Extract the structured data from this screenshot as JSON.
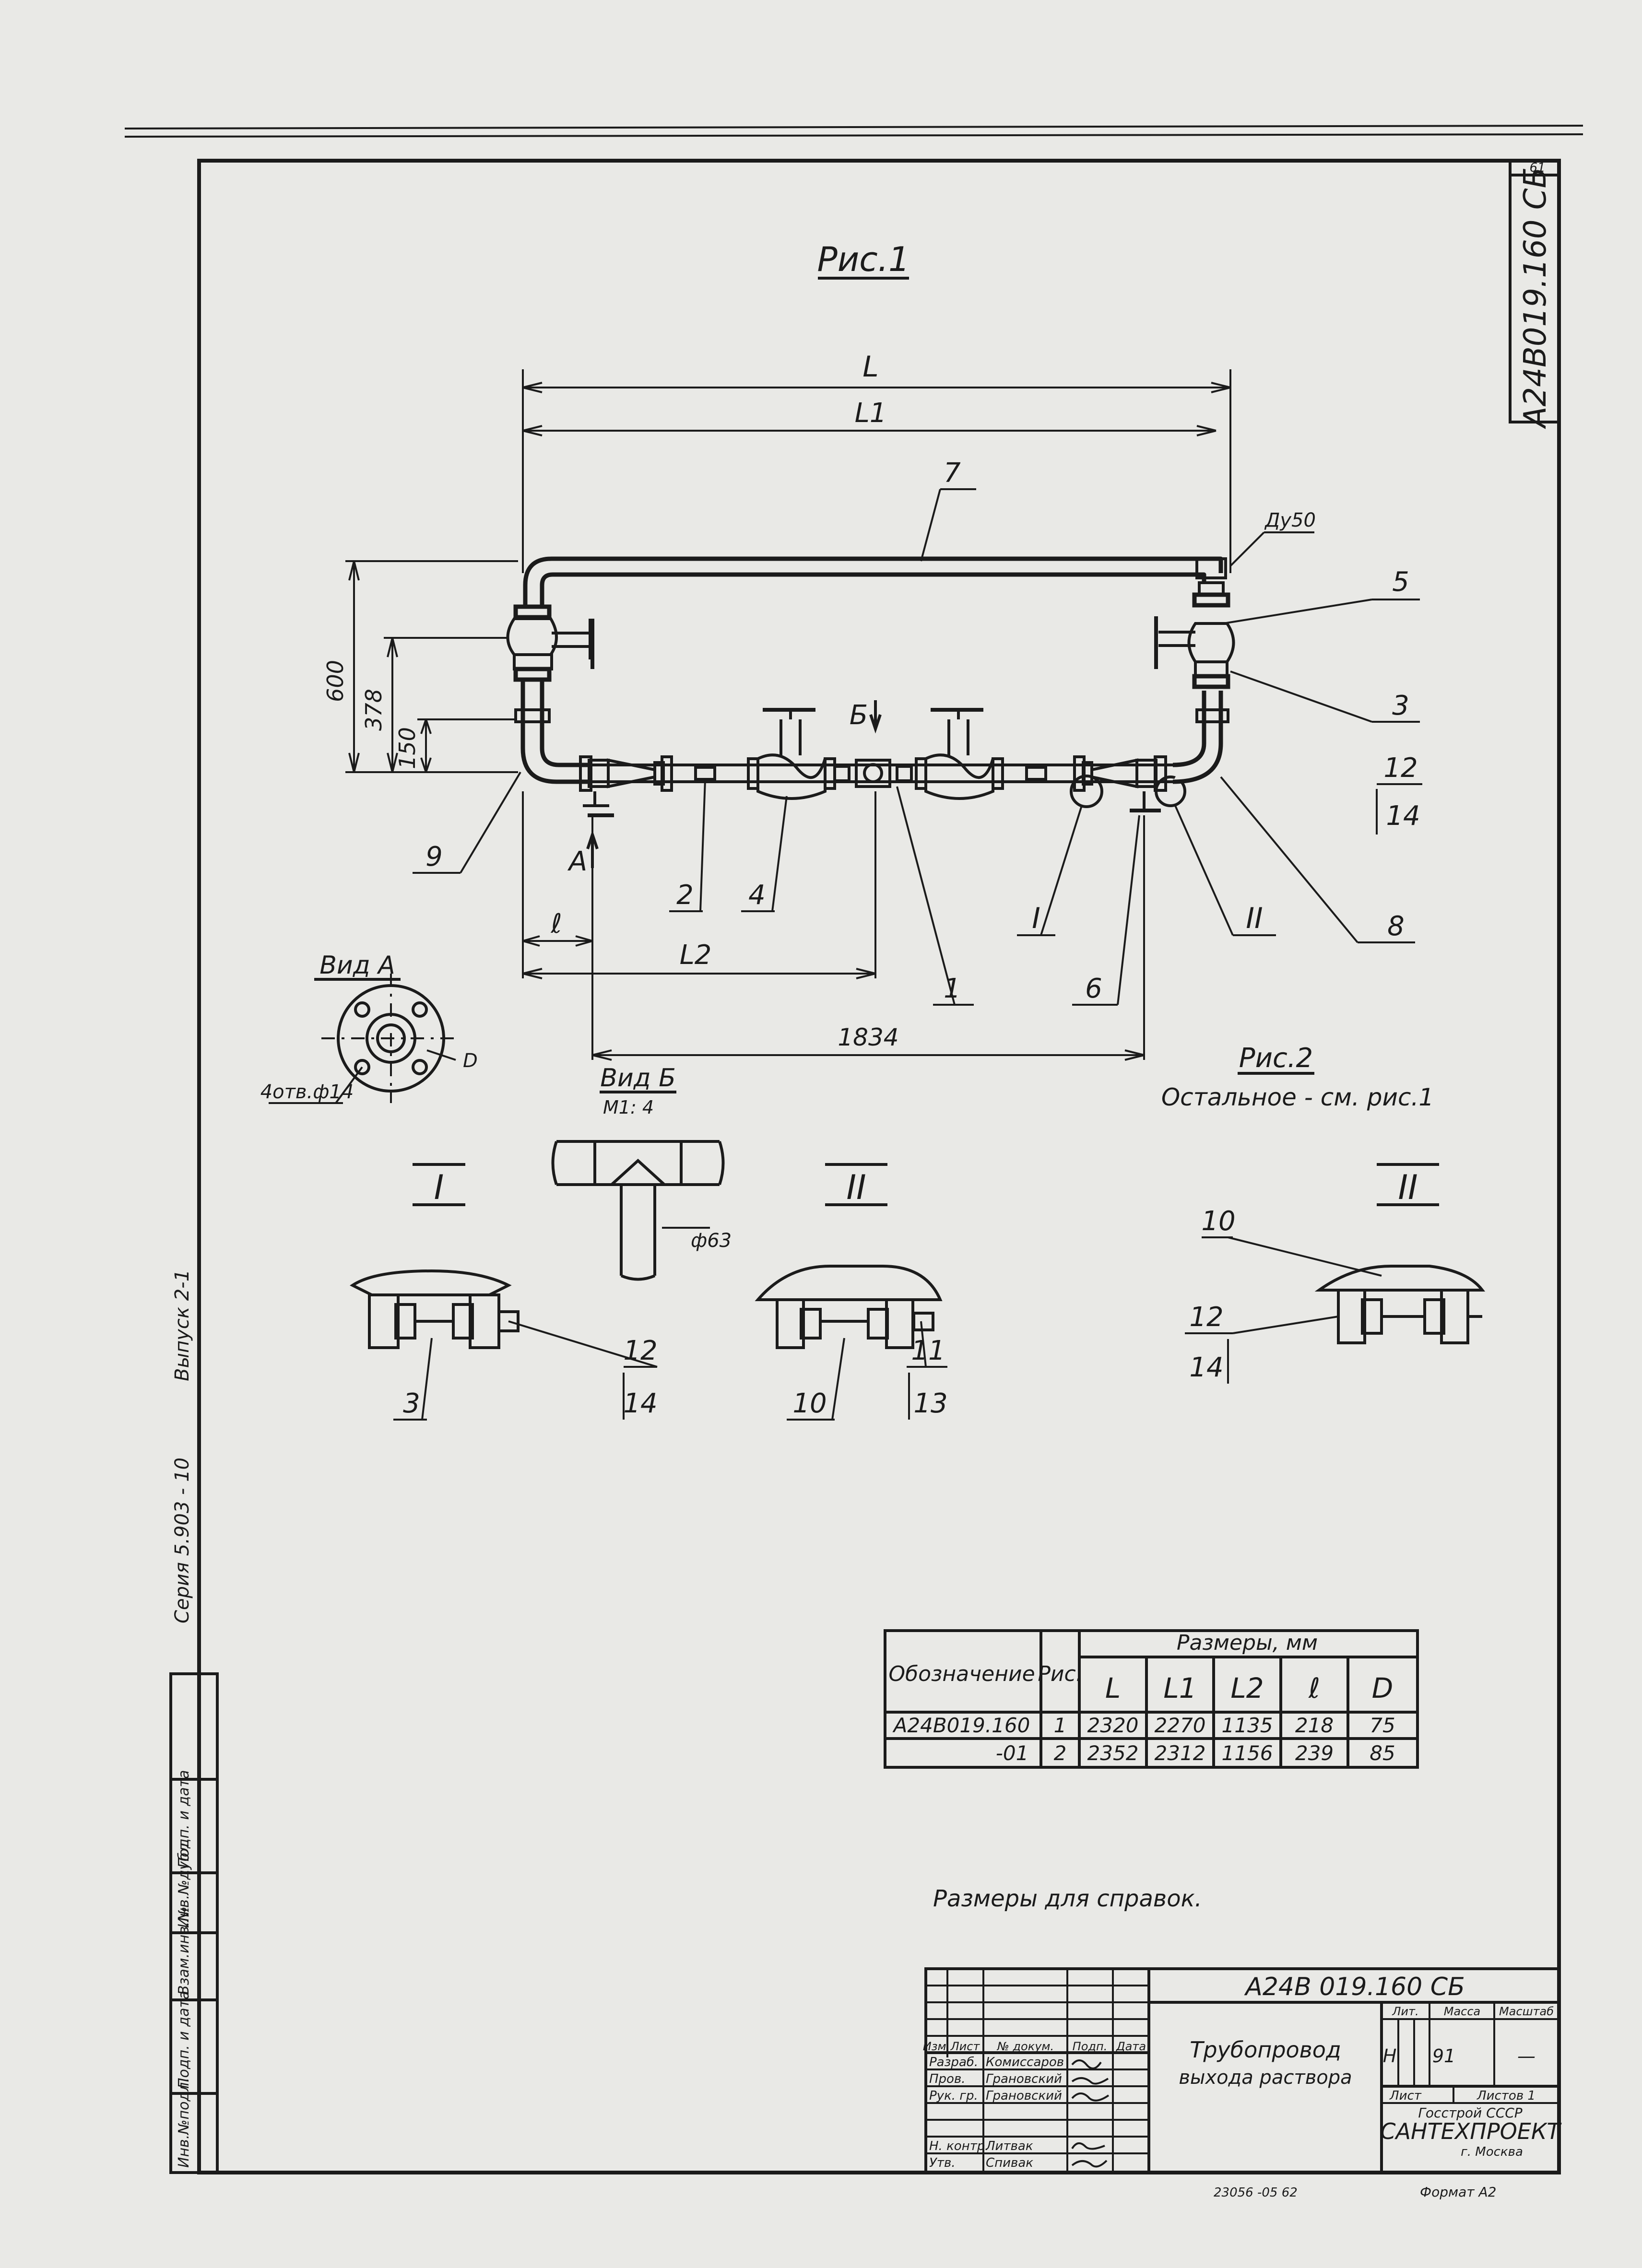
{
  "sheet": {
    "sheet_no": "61",
    "code_vertical": "А24В019.160 СБ",
    "fig1_title": "Рис.1",
    "fig2_title": "Рис.2",
    "fig2_note": "Остальное - см. рис.1",
    "view_a_title": "Вид А",
    "view_a_holes": "4отв.ф14",
    "view_a_d": "D",
    "view_b_title": "Вид Б",
    "view_b_scale": "М1: 4",
    "view_b_dia": "ф63",
    "label_reference": "Размеры для справок.",
    "series_vertical": "Серия 5.903 - 10",
    "issue_vertical": "Выпуск 2-1"
  },
  "fig1": {
    "dim_L": "L",
    "dim_L1": "L1",
    "dim_L2": "L2",
    "dim_l": "ℓ",
    "dim_1834": "1834",
    "dim_600": "600",
    "dim_378": "378",
    "dim_150": "150",
    "du": "Ду50",
    "arrow_a": "А",
    "arrow_b": "Б",
    "pos": [
      "1",
      "2",
      "3",
      "4",
      "5",
      "6",
      "7",
      "8",
      "9",
      "12",
      "14"
    ],
    "roman_1": "I",
    "roman_2": "II"
  },
  "details": {
    "d1_title": "I",
    "d1_labels": [
      "3",
      "12",
      "14"
    ],
    "d2_title": "II",
    "d2_labels": [
      "10",
      "11",
      "13"
    ],
    "d3_title": "II",
    "d3_labels": [
      "10",
      "12",
      "14"
    ]
  },
  "table": {
    "h_designation": "Обозначение",
    "h_fig": "Рис.",
    "h_sizes": "Размеры, мм",
    "cols": [
      "L",
      "L1",
      "L2",
      "ℓ",
      "D"
    ],
    "rows": [
      {
        "designation": "А24В019.160",
        "fig": "1",
        "vals": [
          "2320",
          "2270",
          "1135",
          "218",
          "75"
        ]
      },
      {
        "designation": "-01",
        "fig": "2",
        "vals": [
          "2352",
          "2312",
          "1156",
          "239",
          "85"
        ]
      }
    ]
  },
  "title_block": {
    "code": "А24В 019.160 СБ",
    "name_line1": "Трубопровод",
    "name_line2": "выхода раствора",
    "h_lit": "Лит.",
    "h_mass": "Масса",
    "h_scale": "Масштаб",
    "lit": "Н",
    "mass": "91",
    "scale": "—",
    "sheet": "Лист",
    "sheets": "Листов 1",
    "org1": "Госстрой СССР",
    "org2": "САНТЕХПРОЕКТ",
    "org3": "г. Москва",
    "format": "Формат А2",
    "archive": "23056 -05   62",
    "hdr": [
      "Изм.",
      "Лист",
      "№ докум.",
      "Подп.",
      "Дата"
    ],
    "roles": [
      {
        "role": "Разраб.",
        "name": "Комиссаров"
      },
      {
        "role": "Пров.",
        "name": "Грановский"
      },
      {
        "role": "Рук. гр.",
        "name": "Грановский"
      },
      {
        "role": "Н. контр.",
        "name": "Литвак"
      },
      {
        "role": "Утв.",
        "name": "Спивак"
      }
    ]
  },
  "margin_stamp": [
    "Инв.№подл.",
    "Подп. и дата",
    "Взам.инв.№",
    "Инв.№дубл.",
    "Подп. и дата"
  ]
}
